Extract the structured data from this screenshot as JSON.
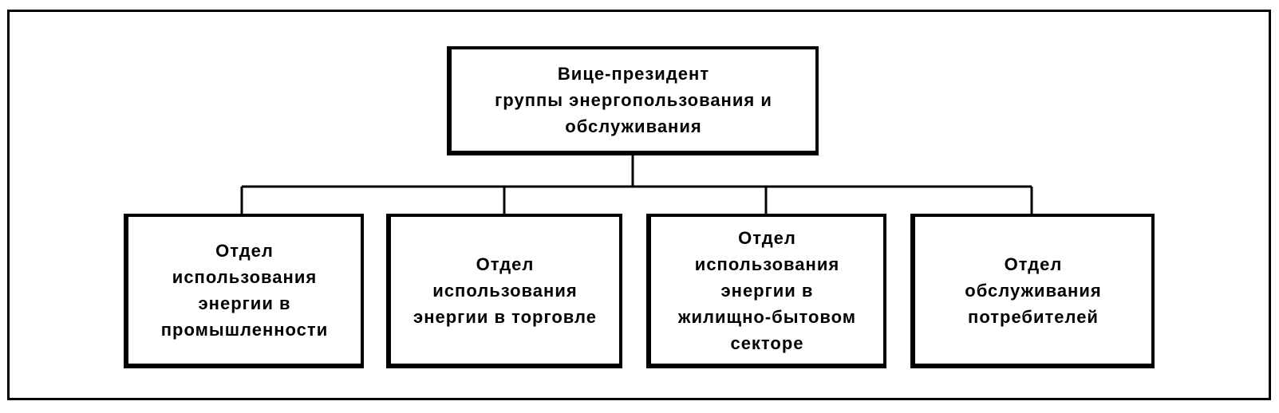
{
  "diagram": {
    "top": {
      "label": "Вице-президент\nгруппы энергопользования и\nобслуживания"
    },
    "departments": [
      {
        "label": "Отдел\nиспользования\nэнергии  в\nпромышленности"
      },
      {
        "label": "Отдел\nиспользования\nэнергии в торговле"
      },
      {
        "label": "Отдел\nиспользования\nэнергии в\nжилищно-бытовом\nсекторе"
      },
      {
        "label": "Отдел\nобслуживания\nпотребителей"
      }
    ],
    "colors": {
      "line": "#000000",
      "background": "#ffffff"
    }
  }
}
